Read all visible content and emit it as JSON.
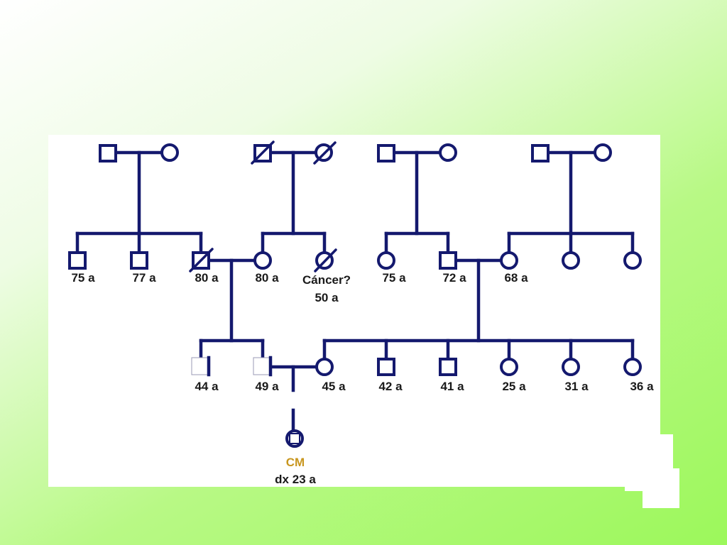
{
  "colors": {
    "line": "#14196e",
    "label": "#1a1a1a",
    "highlight": "#c8961e",
    "panel": "#ffffff"
  },
  "labels": {
    "g2_1_age": "75 a",
    "g2_2_age": "77 a",
    "g2_3_age": "80 a",
    "g2_4_age": "80 a",
    "g2_5_note": "Cáncer?",
    "g2_5_age": "50 a",
    "g2_6_age": "75 a",
    "g2_7_age": "72 a",
    "g2_8_age": "68 a",
    "g3_1_age": "44 a",
    "g3_2_age": "49 a",
    "g3_3_age": "45 a",
    "g3_4_age": "42 a",
    "g3_5_age": "41 a",
    "g3_6_age": "25 a",
    "g3_7_age": "31 a",
    "g3_8_age": "36 a",
    "proband_name": "CM",
    "proband_dx": "dx 23 a"
  }
}
